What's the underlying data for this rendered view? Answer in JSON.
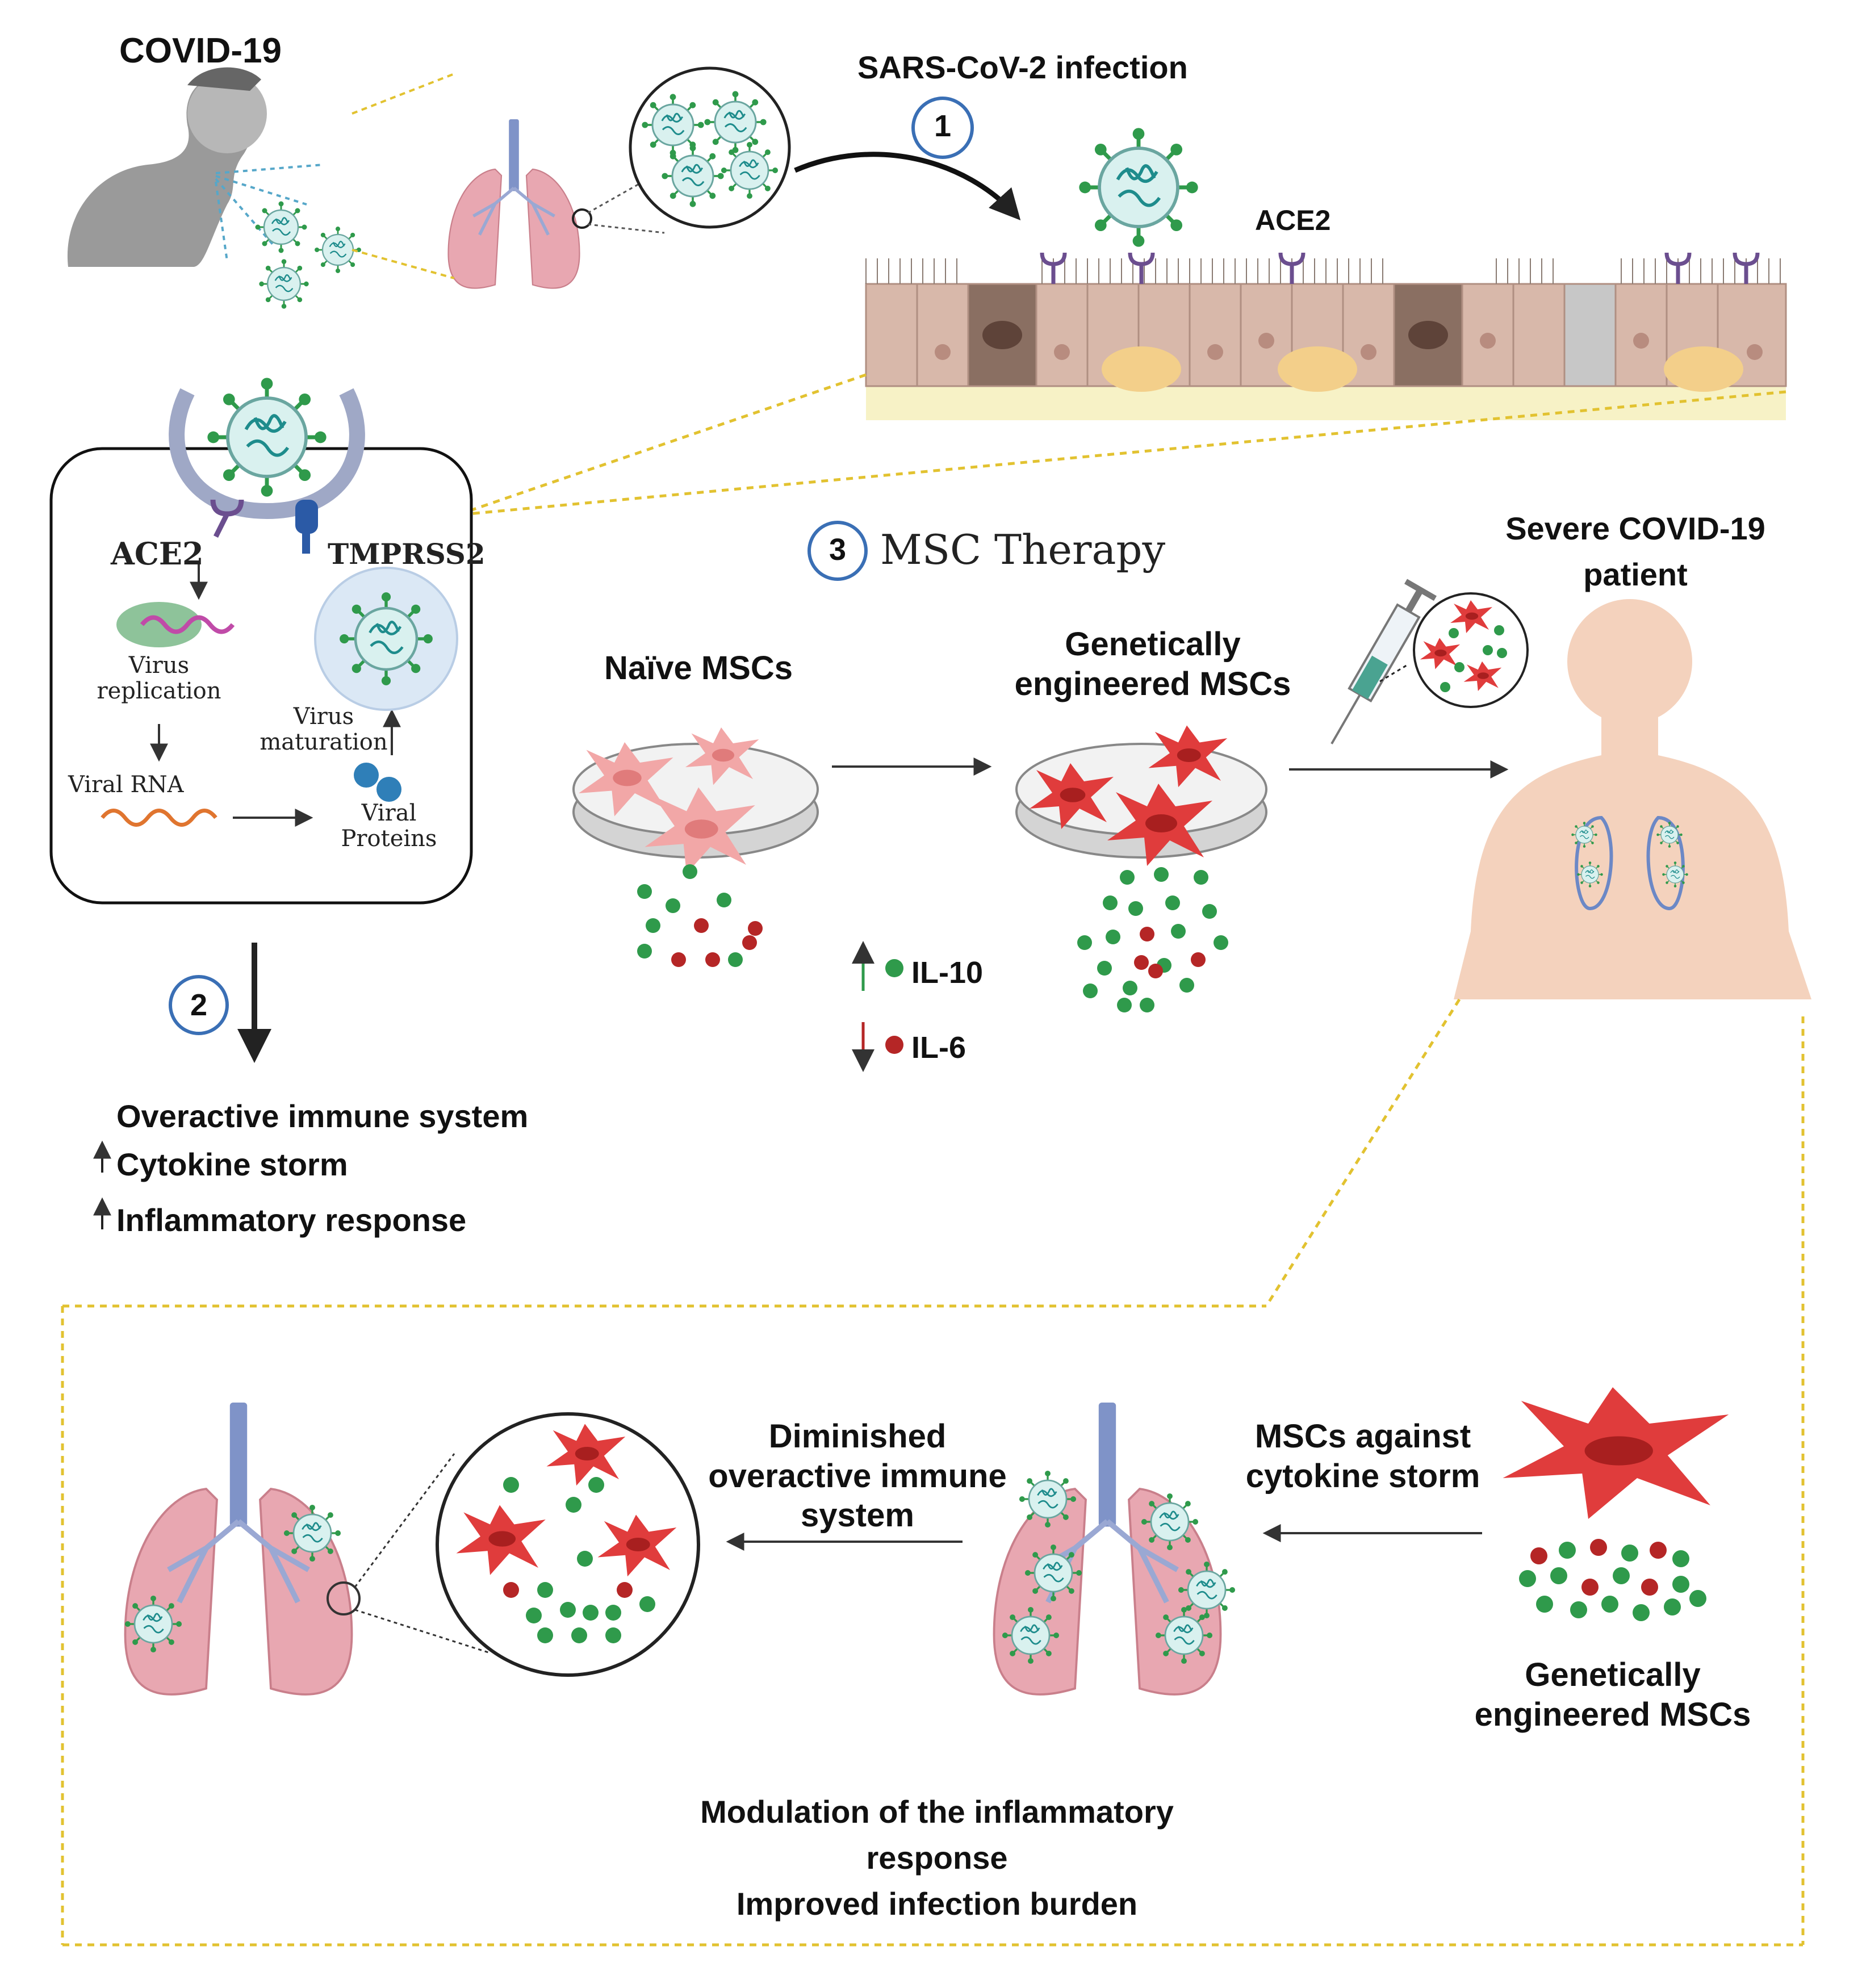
{
  "labels": {
    "covid19": "COVID-19",
    "sars_infection": "SARS-CoV-2 infection",
    "step1": "1",
    "step2": "2",
    "step3": "3",
    "ace2_epi": "ACE2",
    "ace2_cell": "ACE2",
    "tmprss2": "TMPRSS2",
    "virus_replication": "Virus\nreplication",
    "virus_maturation": "Virus\nmaturation",
    "viral_rna": "Viral RNA",
    "viral_proteins": "Viral\nProteins",
    "msc_therapy": "MSC Therapy",
    "severe_patient": "Severe COVID-19\npatient",
    "naive_mscs": "Naïve MSCs",
    "genetically_engineered_top": "Genetically\nengineered MSCs",
    "il10": "IL-10",
    "il6": "IL-6",
    "overactive_immune": "Overactive immune system",
    "cytokine_storm": "Cytokine storm",
    "inflammatory_response": "Inflammatory response",
    "diminished": "Diminished\noveractive immune\nsystem",
    "msc_against": "MSCs against\ncytokine storm",
    "genetically_engineered_bottom": "Genetically\nengineered MSCs",
    "modulation": "Modulation of the inflammatory\nresponse\nImproved infection burden"
  },
  "colors": {
    "virus_body": "#d9f1ef",
    "virus_rna": "#1e8c8c",
    "spike": "#2f9a4b",
    "msc_red": "#e03c3c",
    "msc_pink": "#f2a7a7",
    "il10_green": "#2f9a4b",
    "il6_red": "#b52626",
    "lung_pink": "#e8a7b1",
    "trachea_blue": "#7f93c8",
    "dashed_yellow": "#e2c230",
    "step_circle": "#3a6fb5"
  }
}
